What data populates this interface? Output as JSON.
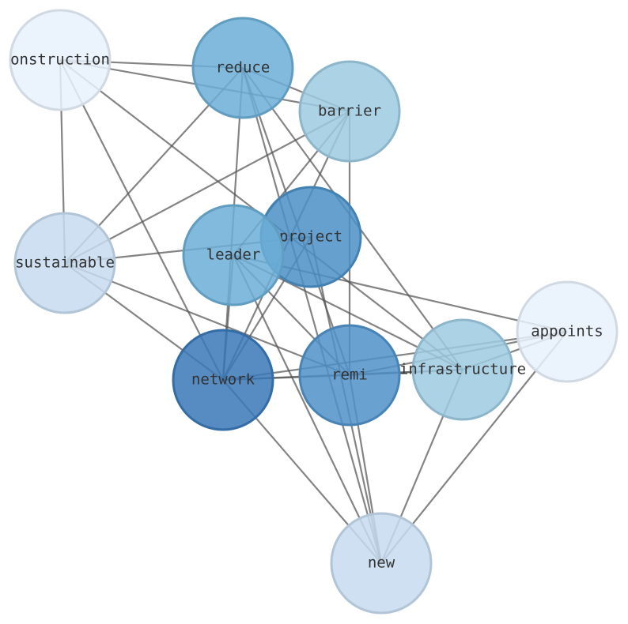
{
  "chart_data": {
    "type": "network",
    "nodes": [
      {
        "id": "construction",
        "label": "onstruction",
        "color": "#e8f1fb"
      },
      {
        "id": "reduce",
        "label": "reduce",
        "color": "#6baed6"
      },
      {
        "id": "barrier",
        "label": "barrier",
        "color": "#9ecae1"
      },
      {
        "id": "project",
        "label": "project",
        "color": "#4a8fc6"
      },
      {
        "id": "leader",
        "label": "leader",
        "color": "#6baed6"
      },
      {
        "id": "sustainable",
        "label": "sustainable",
        "color": "#c6dbef"
      },
      {
        "id": "appoints",
        "label": "appoints",
        "color": "#e8f1fb"
      },
      {
        "id": "network",
        "label": "network",
        "color": "#3a78b8"
      },
      {
        "id": "remi",
        "label": "remi",
        "color": "#4f91c9"
      },
      {
        "id": "infrastructure",
        "label": "infrastructure",
        "color": "#9ecae1"
      },
      {
        "id": "new",
        "label": "new",
        "color": "#c6dbef"
      }
    ],
    "edges": [
      [
        "construction",
        "reduce"
      ],
      [
        "construction",
        "barrier"
      ],
      [
        "construction",
        "sustainable"
      ],
      [
        "construction",
        "network"
      ],
      [
        "construction",
        "infrastructure"
      ],
      [
        "reduce",
        "barrier"
      ],
      [
        "reduce",
        "sustainable"
      ],
      [
        "reduce",
        "network"
      ],
      [
        "reduce",
        "remi"
      ],
      [
        "reduce",
        "new"
      ],
      [
        "reduce",
        "infrastructure"
      ],
      [
        "barrier",
        "sustainable"
      ],
      [
        "barrier",
        "network"
      ],
      [
        "barrier",
        "leader"
      ],
      [
        "barrier",
        "remi"
      ],
      [
        "sustainable",
        "project"
      ],
      [
        "sustainable",
        "remi"
      ],
      [
        "sustainable",
        "network"
      ],
      [
        "leader",
        "appoints"
      ],
      [
        "leader",
        "remi"
      ],
      [
        "leader",
        "infrastructure"
      ],
      [
        "leader",
        "new"
      ],
      [
        "leader",
        "network"
      ],
      [
        "project",
        "network"
      ],
      [
        "project",
        "new"
      ],
      [
        "network",
        "remi"
      ],
      [
        "network",
        "infrastructure"
      ],
      [
        "network",
        "appoints"
      ],
      [
        "network",
        "new"
      ],
      [
        "remi",
        "new"
      ],
      [
        "remi",
        "appoints"
      ],
      [
        "remi",
        "infrastructure"
      ],
      [
        "infrastructure",
        "appoints"
      ],
      [
        "infrastructure",
        "new"
      ],
      [
        "appoints",
        "new"
      ]
    ]
  }
}
